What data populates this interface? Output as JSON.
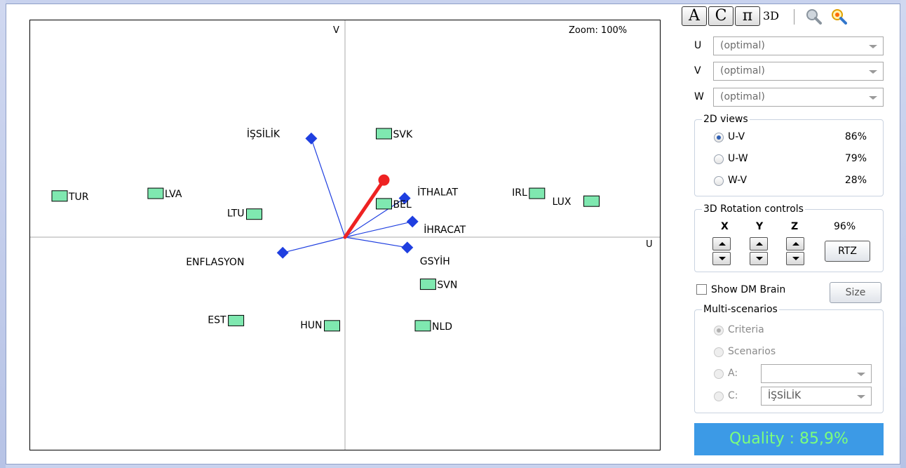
{
  "plot": {
    "zoom_text": "Zoom: 100%",
    "axis_u_label": "U",
    "axis_v_label": "V",
    "decision_axis_color": "#ee2222",
    "criteria_color": "#1f3fe0",
    "action_fill_color": "#7fe8b0",
    "criteria": [
      {
        "name": "İŞSİLİK",
        "u": -0.13,
        "v": 0.38
      },
      {
        "name": "İTHALAT",
        "u": 0.23,
        "v": 0.15
      },
      {
        "name": "İHRACAT",
        "u": 0.26,
        "v": 0.06
      },
      {
        "name": "GSYİH",
        "u": 0.24,
        "v": -0.04
      },
      {
        "name": "ENFLASYON",
        "u": -0.24,
        "v": -0.06
      }
    ],
    "decision_axis": {
      "u": 0.15,
      "v": 0.22
    },
    "actions": [
      {
        "name": "TUR",
        "u": -1.1,
        "v": 0.16
      },
      {
        "name": "LVA",
        "u": -0.73,
        "v": 0.17
      },
      {
        "name": "LTU",
        "u": -0.35,
        "v": 0.09
      },
      {
        "name": "SVK",
        "u": 0.15,
        "v": 0.4
      },
      {
        "name": "BEL",
        "u": 0.15,
        "v": 0.13
      },
      {
        "name": "IRL",
        "u": 0.74,
        "v": 0.17
      },
      {
        "name": "LUX",
        "u": 0.95,
        "v": 0.14
      },
      {
        "name": "EST",
        "u": -0.42,
        "v": -0.32
      },
      {
        "name": "HUN",
        "u": -0.05,
        "v": -0.34
      },
      {
        "name": "SVN",
        "u": 0.32,
        "v": -0.18
      },
      {
        "name": "NLD",
        "u": 0.3,
        "v": -0.34
      }
    ]
  },
  "toolbar": {
    "btn_a": "A",
    "btn_c": "C",
    "btn_pi": "π",
    "btn_3d": "3D",
    "zoom_icon": "magnifier-icon",
    "zoom_fit_icon": "magnifier-target-icon"
  },
  "axes_select": {
    "u_label": "U",
    "u_value": "(optimal)",
    "v_label": "V",
    "v_value": "(optimal)",
    "w_label": "W",
    "w_value": "(optimal)"
  },
  "views2d": {
    "title": "2D views",
    "items": [
      {
        "label": "U-V",
        "pct": "86%"
      },
      {
        "label": "U-W",
        "pct": "79%"
      },
      {
        "label": "W-V",
        "pct": "28%"
      }
    ]
  },
  "rotation": {
    "title": "3D Rotation controls",
    "x_label": "X",
    "y_label": "Y",
    "z_label": "Z",
    "pct": "96%",
    "rtz_label": "RTZ"
  },
  "dm_brain": {
    "show_label": "Show DM Brain",
    "size_label": "Size"
  },
  "multi": {
    "title": "Multi-scenarios",
    "criteria_label": "Criteria",
    "scenarios_label": "Scenarios",
    "a_label": "A:",
    "a_value": "",
    "c_label": "C:",
    "c_value": "İŞSİLİK"
  },
  "quality": {
    "text": "Quality : 85,9%",
    "bg_color": "#3c9ae6",
    "text_color": "#7cff7c"
  }
}
